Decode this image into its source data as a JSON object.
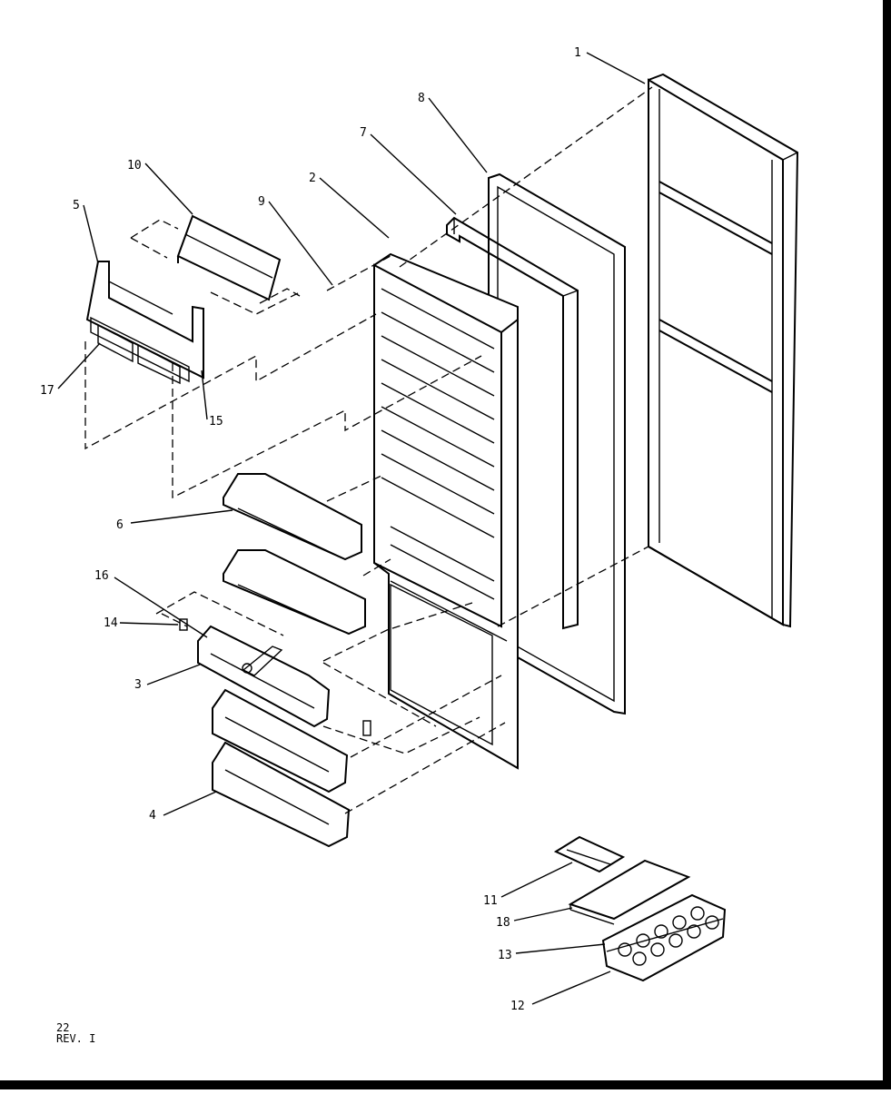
{
  "diagram": {
    "callouts": {
      "c1": "1",
      "c2": "2",
      "c3": "3",
      "c4": "4",
      "c5": "5",
      "c6": "6",
      "c7": "7",
      "c8": "8",
      "c9": "9",
      "c10": "10",
      "c11": "11",
      "c12": "12",
      "c13": "13",
      "c14": "14",
      "c15": "15",
      "c16": "16",
      "c17": "17",
      "c18": "18"
    },
    "footer": {
      "page": "22",
      "revision": "REV. I"
    }
  }
}
